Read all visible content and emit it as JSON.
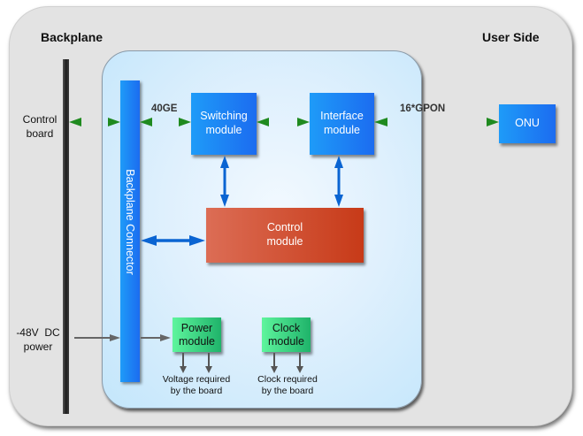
{
  "headings": {
    "left": "Backplane",
    "right": "User Side"
  },
  "side_labels": {
    "control_board": [
      "Control",
      "board"
    ],
    "power_input": [
      "-48V  DC",
      "power"
    ]
  },
  "connector": {
    "label": "Backplane Connector"
  },
  "modules": {
    "switching": [
      "Switching",
      "module"
    ],
    "interface": [
      "Interface",
      "module"
    ],
    "control": [
      "Control",
      "module"
    ],
    "power": [
      "Power",
      "module"
    ],
    "clock": [
      "Clock",
      "module"
    ],
    "onu": "ONU"
  },
  "links": {
    "uplink": "40GE",
    "downlink": "16*GPON"
  },
  "outputs": {
    "voltage": [
      "Voltage required",
      "by the board"
    ],
    "clock": [
      "Clock required",
      "by the board"
    ]
  },
  "colors": {
    "green_link": "#22b022",
    "blue_link": "#0a64d2",
    "grey_link": "#555555",
    "module_blue": "#1c6cf0",
    "module_red": "#c73a18",
    "module_green": "#1fb36a"
  }
}
